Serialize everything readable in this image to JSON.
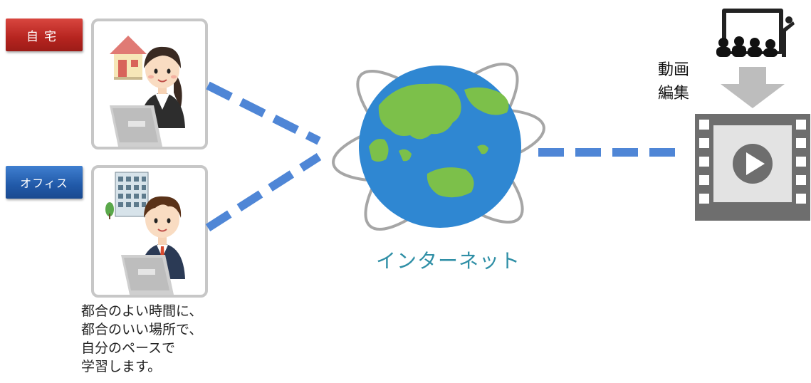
{
  "locations": {
    "home_label": "自宅",
    "office_label": "オフィス"
  },
  "caption_lines": [
    "都合のよい時間に、",
    "都合のいい場所で、",
    "自分のペースで",
    "学習します。"
  ],
  "internet_label": "インターネット",
  "video_edit_label": [
    "動画",
    "編集"
  ],
  "colors": {
    "home_tag": "#c0302a",
    "office_tag": "#2a63b5",
    "connector": "#4f86d6",
    "globe_ocean": "#2f87d2",
    "globe_land": "#7cc04a",
    "internet_text": "#2f8fa6",
    "card_border": "#c7c7c7",
    "arrow": "#bdbdbd"
  },
  "icons": [
    "house-icon",
    "office-building-icon",
    "woman-with-laptop-icon",
    "man-with-laptop-icon",
    "earth-globe-icon",
    "lecture-audience-icon",
    "down-arrow-icon",
    "video-film-icon",
    "play-icon"
  ]
}
